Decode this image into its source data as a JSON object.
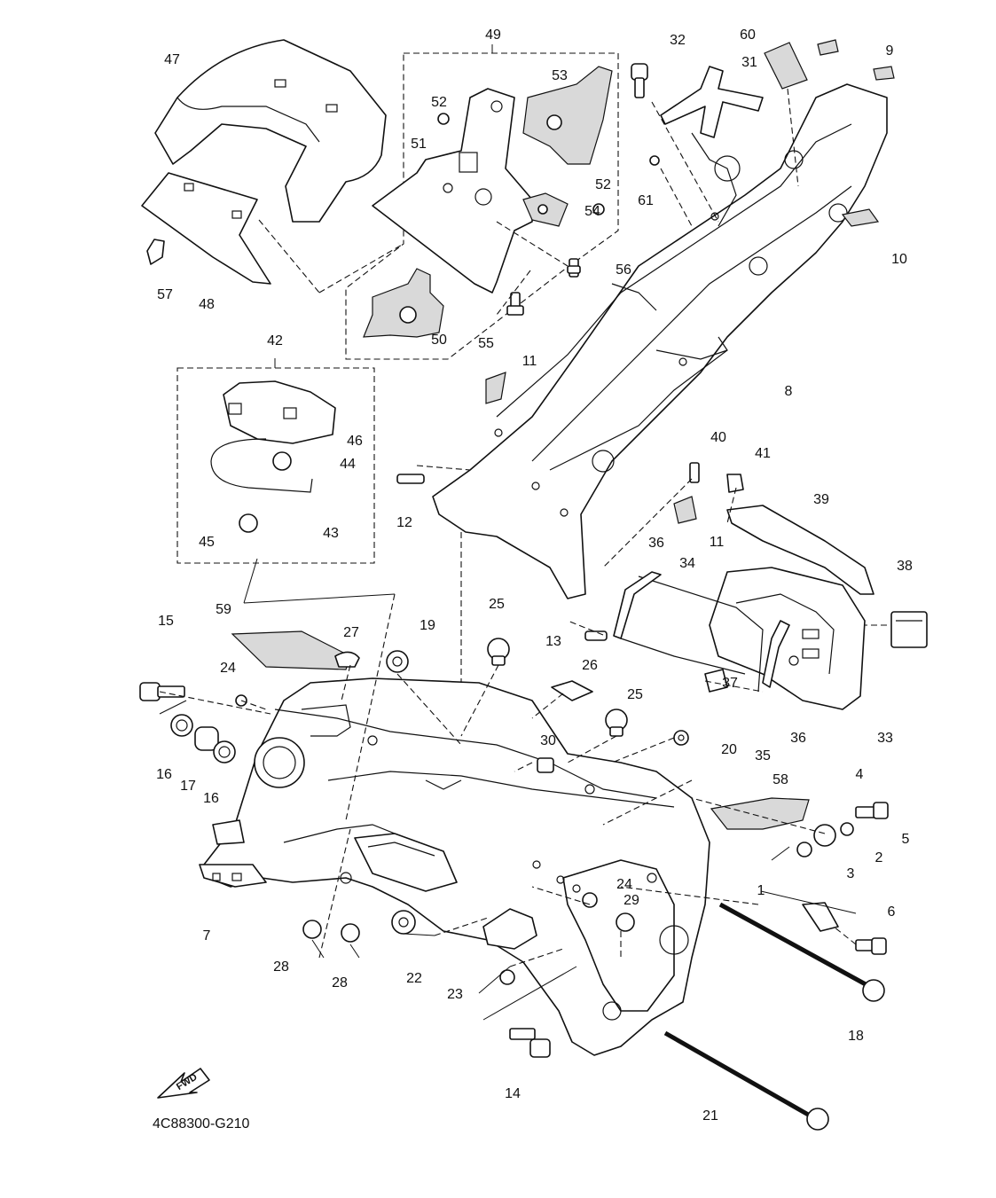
{
  "diagram_code": "4C88300-G210",
  "fwd_label": "FWD",
  "callouts": {
    "c1": "1",
    "c2": "2",
    "c3": "3",
    "c4": "4",
    "c5": "5",
    "c6": "6",
    "c7": "7",
    "c8": "8",
    "c9": "9",
    "c10": "10",
    "c11a": "11",
    "c11b": "11",
    "c12": "12",
    "c13": "13",
    "c14": "14",
    "c15": "15",
    "c16a": "16",
    "c16b": "16",
    "c17": "17",
    "c18": "18",
    "c19": "19",
    "c20": "20",
    "c21": "21",
    "c22": "22",
    "c23": "23",
    "c24a": "24",
    "c24b": "24",
    "c25a": "25",
    "c25b": "25",
    "c26": "26",
    "c27": "27",
    "c28a": "28",
    "c28b": "28",
    "c29": "29",
    "c30": "30",
    "c31": "31",
    "c32": "32",
    "c33": "33",
    "c34": "34",
    "c35": "35",
    "c36a": "36",
    "c36b": "36",
    "c37": "37",
    "c38": "38",
    "c39": "39",
    "c40": "40",
    "c41": "41",
    "c42": "42",
    "c43": "43",
    "c44": "44",
    "c45": "45",
    "c46": "46",
    "c47": "47",
    "c48": "48",
    "c49": "49",
    "c50": "50",
    "c51": "51",
    "c52a": "52",
    "c52b": "52",
    "c53": "53",
    "c54": "54",
    "c55": "55",
    "c56": "56",
    "c57": "57",
    "c58": "58",
    "c59": "59",
    "c60": "60",
    "c61": "61"
  }
}
